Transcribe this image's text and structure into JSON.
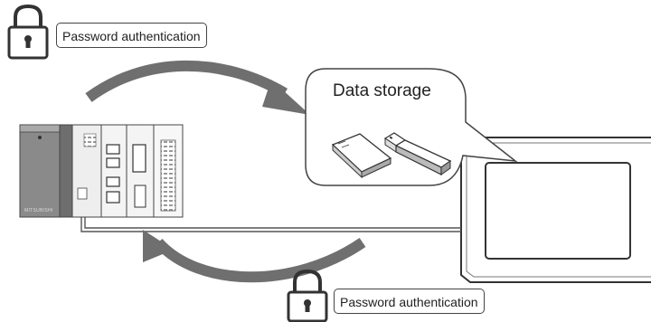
{
  "labels": {
    "password_auth_top": "Password authentication",
    "password_auth_bottom": "Password authentication",
    "data_storage": "Data storage",
    "plc_brand": "MITSUBISHI"
  },
  "icons": [
    "lock-icon",
    "lock-icon",
    "sd-card-icon",
    "usb-drive-icon",
    "plc-icon",
    "touch-panel-icon"
  ],
  "colors": {
    "arrow": "#6f6f6f",
    "outline": "#333333",
    "plc_dark": "#777777"
  }
}
